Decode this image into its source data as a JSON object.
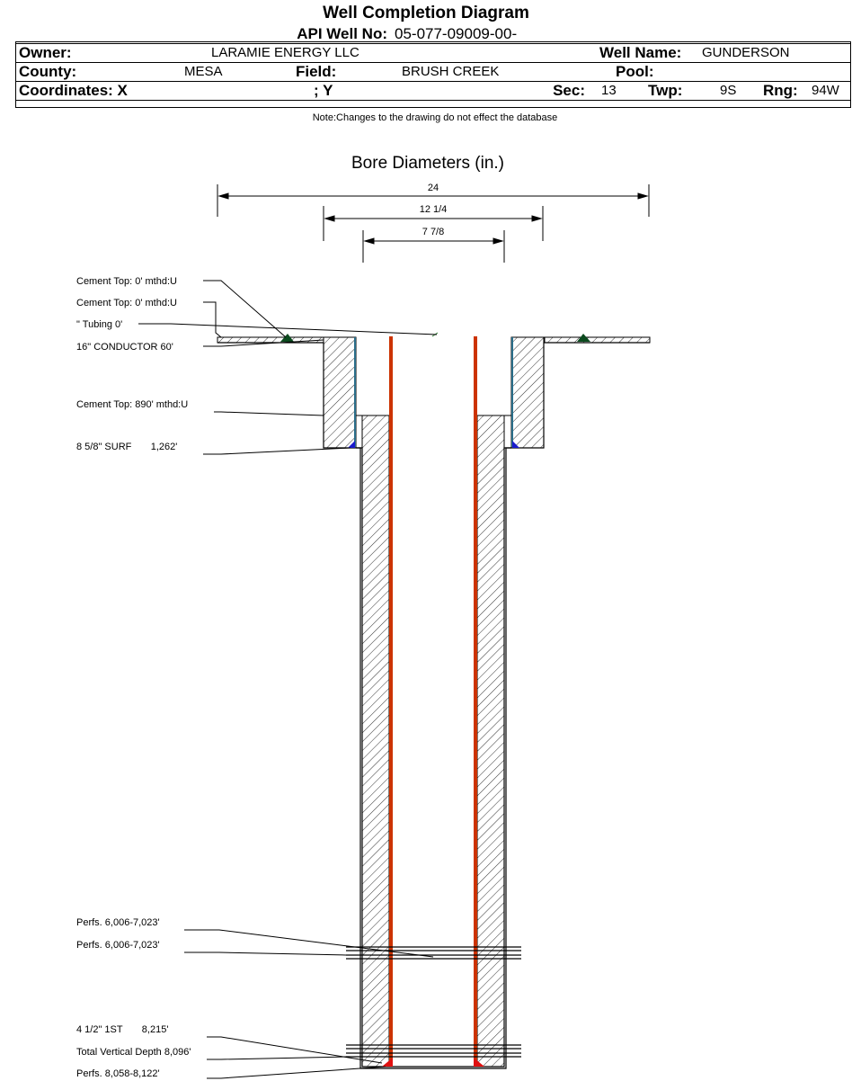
{
  "title": "Well Completion Diagram",
  "header": {
    "api_label": "API Well No:",
    "api_value": "05-077-09009-00-",
    "owner_label": "Owner:",
    "owner_value": "LARAMIE ENERGY LLC",
    "well_name_label": "Well Name:",
    "well_name_value": "GUNDERSON",
    "county_label": "County:",
    "county_value": "MESA",
    "field_label": "Field:",
    "field_value": "BRUSH CREEK",
    "pool_label": "Pool:",
    "pool_value": "",
    "coord_x_label": "Coordinates: X",
    "coord_x_value": "",
    "coord_y_label": "; Y",
    "coord_y_value": "",
    "sec_label": "Sec:",
    "sec_value": "13",
    "twp_label": "Twp:",
    "twp_value": "9S",
    "rng_label": "Rng:",
    "rng_value": "94W"
  },
  "note": "Note:Changes to the drawing do not effect the database",
  "diagram": {
    "bore_title": "Bore Diameters (in.)",
    "bore_diameters": [
      "24",
      "12 1/4",
      "7 7/8"
    ],
    "labels": [
      "Cement Top: 0' mthd:U",
      "Cement Top: 0' mthd:U",
      "\" Tubing 0'",
      "16\" CONDUCTOR  60'",
      "Cement Top: 890' mthd:U",
      "8 5/8\" SURF       1,262'",
      "Perfs. 6,006-7,023'",
      "Perfs. 6,006-7,023'",
      "4 1/2\" 1ST       8,215'",
      "Total Vertical Depth 8,096'",
      "Perfs. 8,058-8,122'"
    ],
    "colors": {
      "tubing": "#cc3300",
      "surface_casing": "#2a6e8a",
      "cement_marker": "#0b4a1e",
      "shoe_marker": "#1a1acc",
      "perf_marker": "#e01010",
      "hatch": "#000000"
    }
  }
}
